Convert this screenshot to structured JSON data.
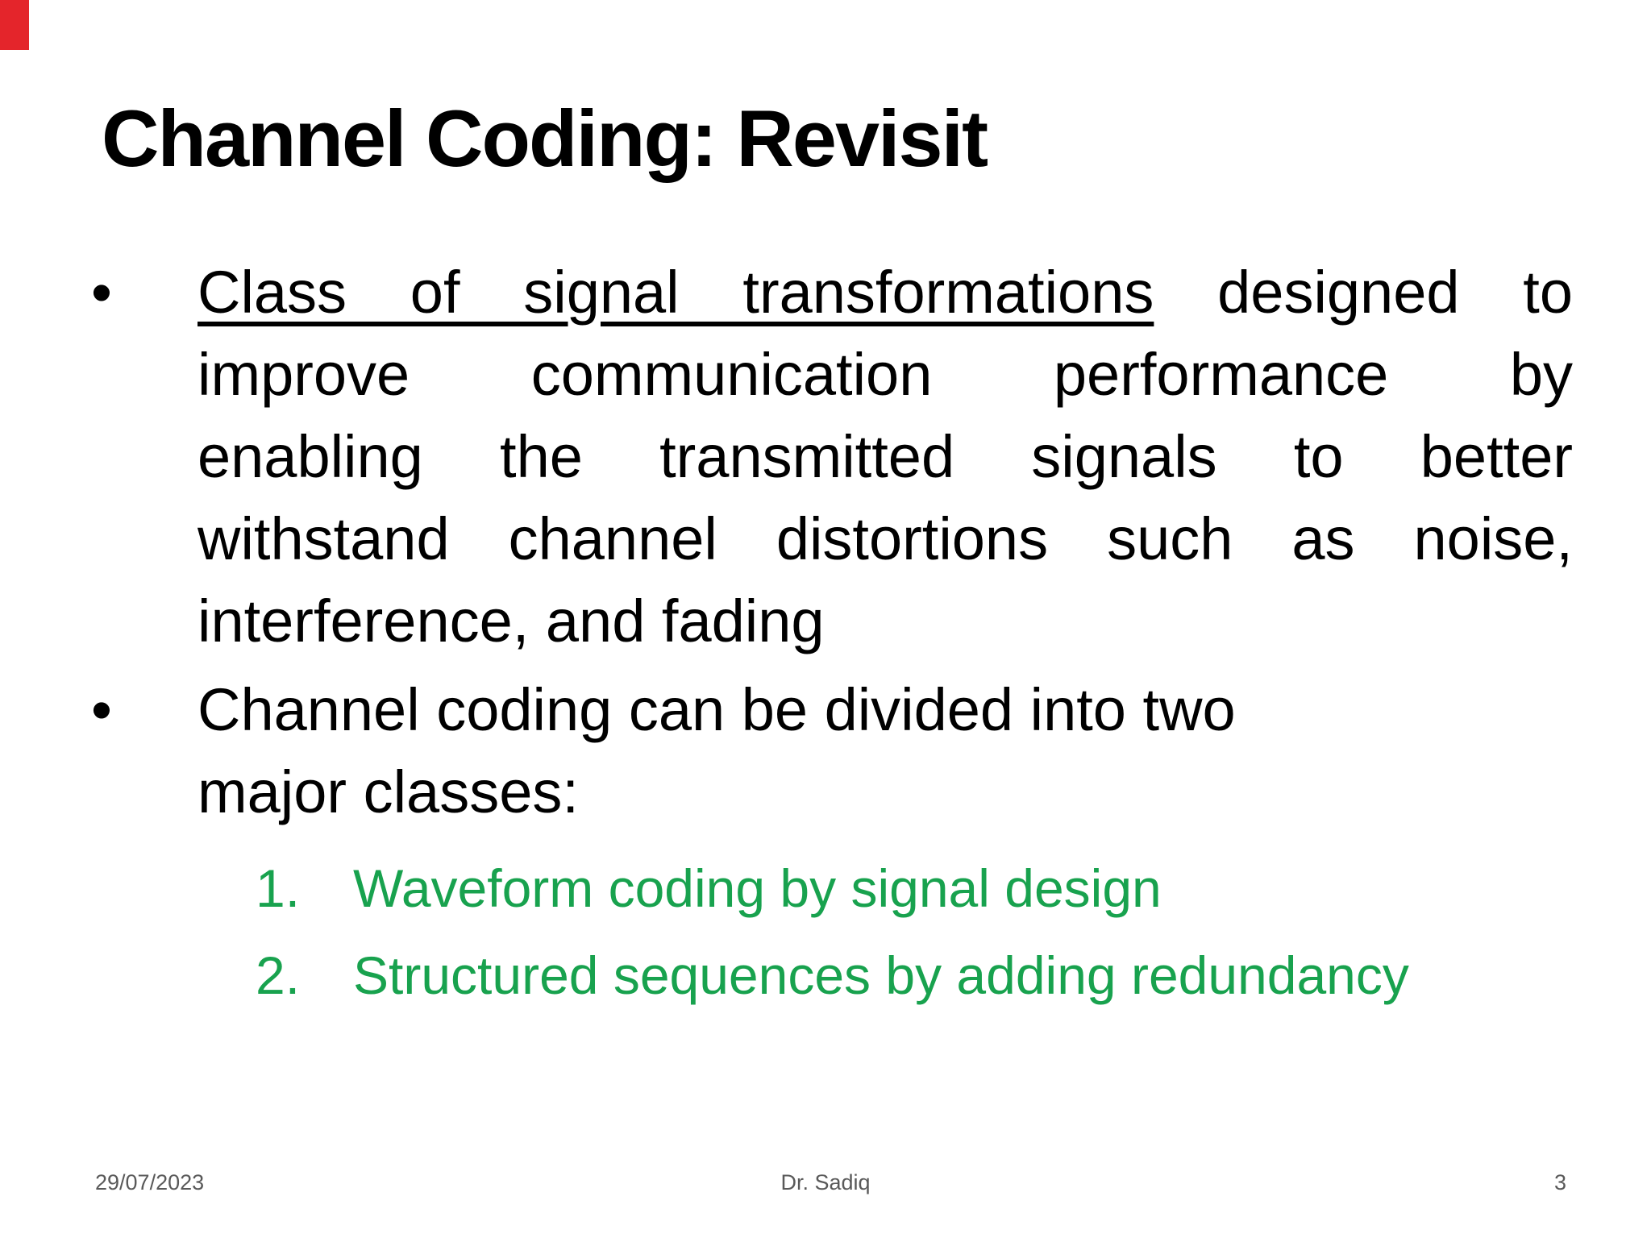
{
  "slide": {
    "background": "#ffffff",
    "red_bar_color": "#e4252b",
    "title": "Channel Coding: Revisit",
    "bullet_char": "•",
    "bullet1": {
      "line1_underlined": "Class of signal transformations",
      "line1_rest": " designed to",
      "line2": "improve communication performance by",
      "line3": "enabling the transmitted signals to better",
      "line4": "withstand channel distortions such as noise,",
      "line5": "interference, and fading"
    },
    "bullet2": {
      "line1": "Channel coding can be divided into two",
      "line2": "major classes:"
    },
    "numbered": [
      {
        "num": "1.",
        "text": "Waveform coding by signal design"
      },
      {
        "num": "2.",
        "text": "Structured sequences by adding redundancy"
      }
    ],
    "footer": {
      "date": "29/07/2023",
      "author": "Dr. Sadiq",
      "page": "3"
    },
    "colors": {
      "green": "#18a24e",
      "footer_gray": "#595959",
      "text_black": "#000000"
    }
  }
}
